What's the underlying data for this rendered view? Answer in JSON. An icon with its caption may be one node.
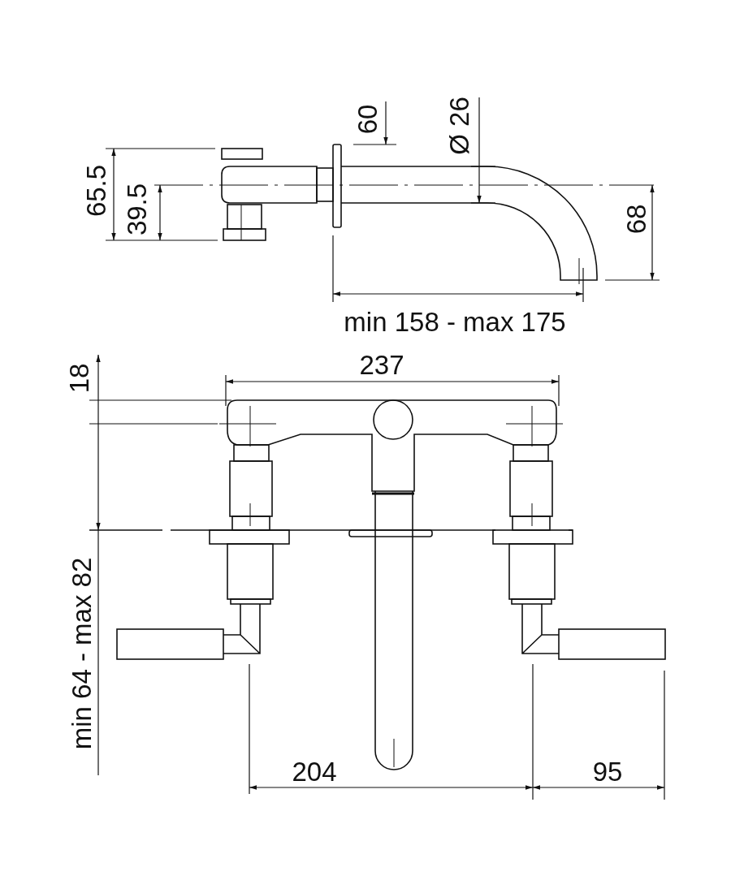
{
  "diagram": {
    "labels": [
      "60",
      "Ø 26",
      "65.5",
      "39.5",
      "68",
      "min 158 - max 175",
      "237",
      "18",
      "min 64 - max 82",
      "204",
      "95"
    ]
  }
}
